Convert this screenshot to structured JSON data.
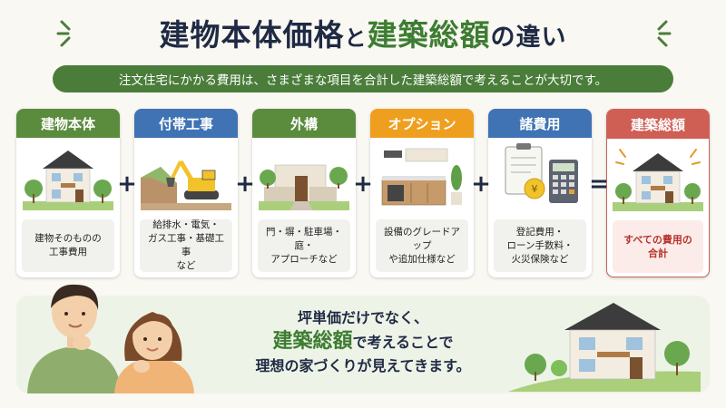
{
  "title": {
    "part1": "建物本体価格",
    "connector": "と",
    "part2": "建築総額",
    "part3": "の違い"
  },
  "banner": "注文住宅にかかる費用は、さまざまな項目を合計した建築総額で考えることが大切です。",
  "cards": [
    {
      "header": "建物本体",
      "desc": "建物そのものの\n工事費用",
      "color": "#5b8c3e",
      "icon": "house-icon"
    },
    {
      "header": "付帯工事",
      "desc": "給排水・電気・\nガス工事・基礎工事\nなど",
      "color": "#3f73b4",
      "icon": "excavator-icon"
    },
    {
      "header": "外構",
      "desc": "門・塀・駐車場・庭・\nアプローチなど",
      "color": "#5b8c3e",
      "icon": "gate-icon"
    },
    {
      "header": "オプション",
      "desc": "設備のグレードアップ\nや追加仕様など",
      "color": "#ef9f1f",
      "icon": "kitchen-icon"
    },
    {
      "header": "諸費用",
      "desc": "登記費用・\nローン手数料・\n火災保険など",
      "color": "#3f73b4",
      "icon": "calculator-icon"
    },
    {
      "header": "建築総額",
      "desc": "すべての費用の\n合計",
      "color": "#cf5e55",
      "icon": "house-sparkle-icon"
    }
  ],
  "operators": [
    "+",
    "+",
    "+",
    "+",
    "="
  ],
  "message": {
    "line1": "坪単価だけでなく、",
    "highlight": "建築総額",
    "line2_rest": "で考えることで",
    "line3": "理想の家づくりが見えてきます。"
  },
  "colors": {
    "navy": "#1f2a44",
    "green": "#4a7d3a",
    "blue": "#3f73b4",
    "orange": "#ef9f1f",
    "red": "#cf5e55"
  }
}
